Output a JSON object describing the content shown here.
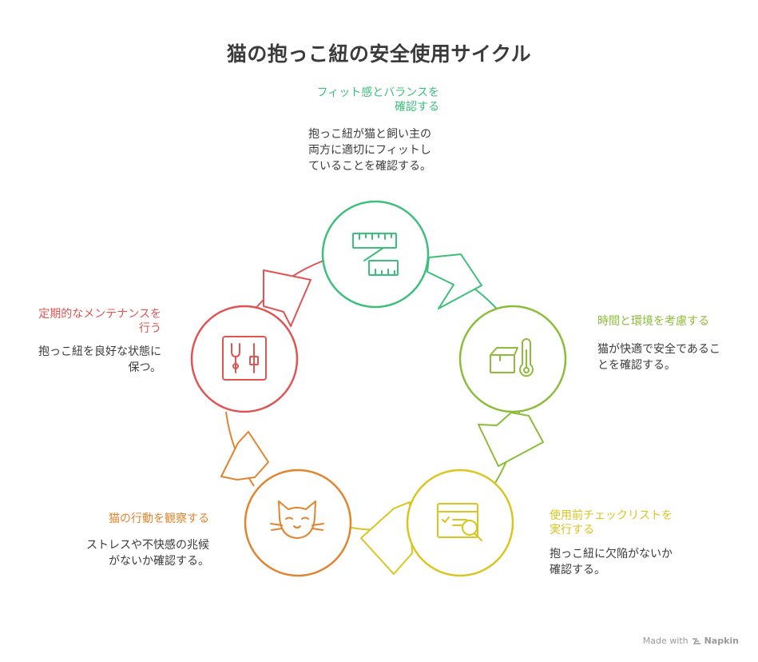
{
  "title": "猫の抱っこ紐の安全使用サイクル",
  "steps": [
    {
      "title_line1": "フィット感とバランスを",
      "title_line2": "確認する",
      "desc_lines": [
        "抱っこ紐が猫と飼い主の",
        "両方に適切にフィットし",
        "ていることを確認する。"
      ],
      "color": "#3cbf7a",
      "icon": "measuring-tape-icon"
    },
    {
      "title_line1": "時間と環境を考慮する",
      "title_line2": "",
      "desc_lines": [
        "猫が快適で安全であるこ",
        "とを確認する。"
      ],
      "color": "#8bbd3a",
      "icon": "thermometer-box-icon"
    },
    {
      "title_line1": "使用前チェックリストを",
      "title_line2": "実行する",
      "desc_lines": [
        "抱っこ紐に欠陥がないか",
        "確認する。"
      ],
      "color": "#d9c520",
      "icon": "checklist-search-icon"
    },
    {
      "title_line1": "猫の行動を観察する",
      "title_line2": "",
      "desc_lines": [
        "ストレスや不快感の兆候",
        "がないか確認する。"
      ],
      "color": "#e0842e",
      "icon": "cat-face-icon"
    },
    {
      "title_line1": "定期的なメンテナンスを",
      "title_line2": "行う",
      "desc_lines": [
        "抱っこ紐を良好な状態に",
        "保つ。"
      ],
      "color": "#e05454",
      "icon": "tools-icon"
    }
  ],
  "credit": {
    "made_with": "Made with",
    "brand": "Napkin"
  }
}
